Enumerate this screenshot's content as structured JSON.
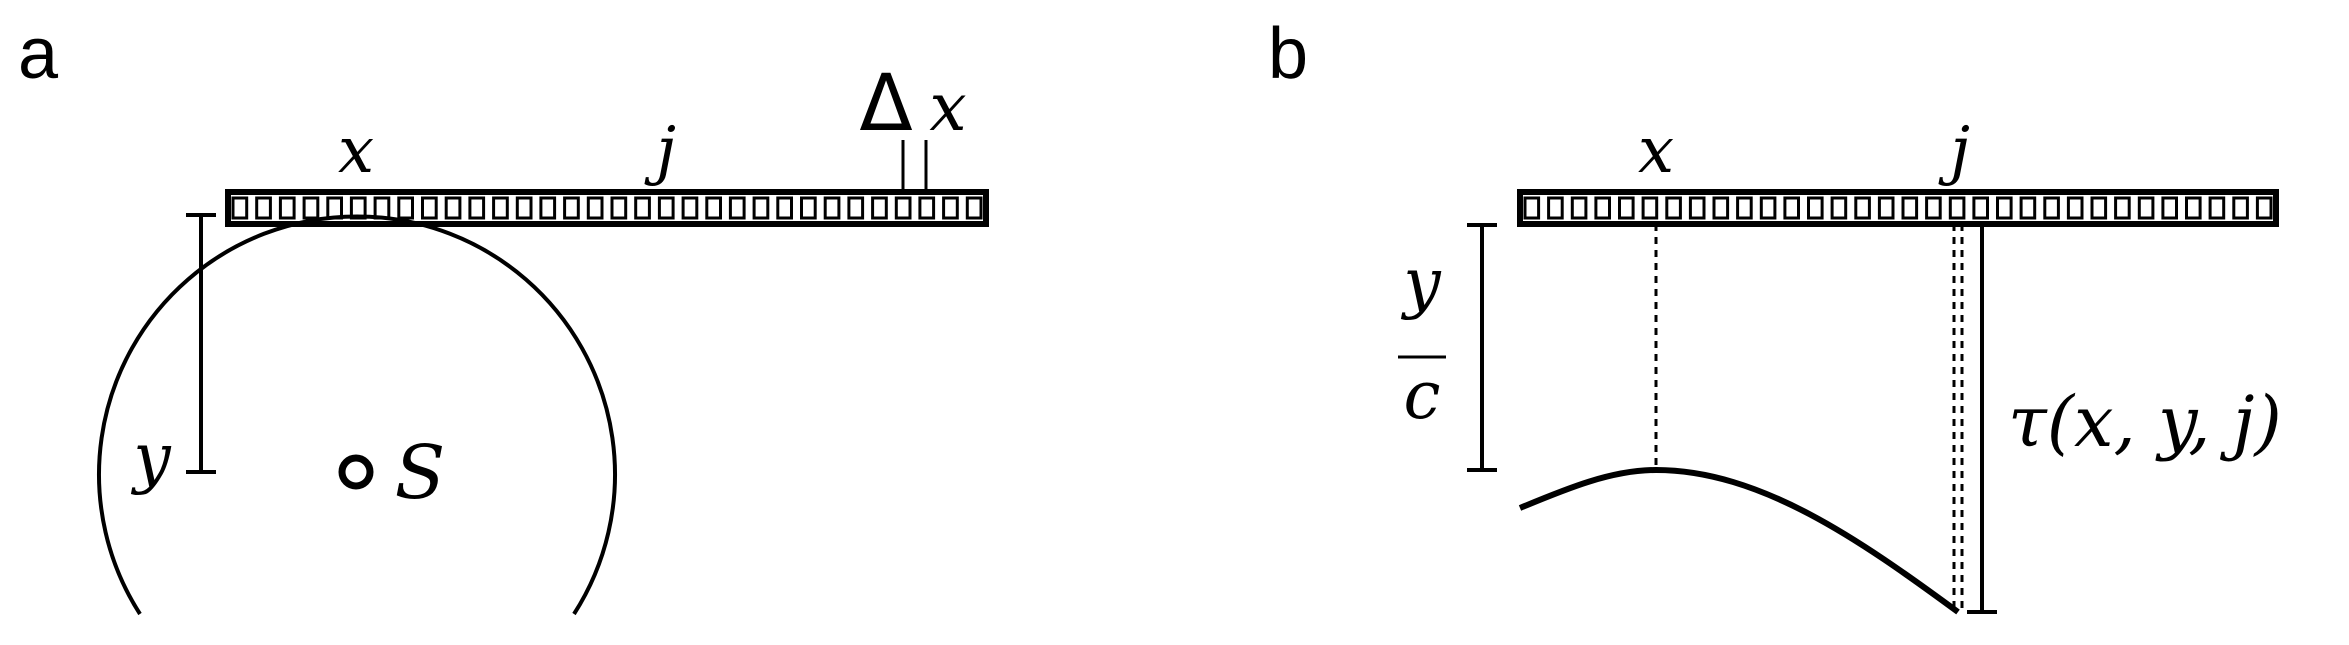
{
  "panel_a": {
    "label": "a",
    "x_label": "x",
    "j_label": "j",
    "delta_symbol": "Δ",
    "delta_var": "x",
    "y_label": "y",
    "source_label": "S"
  },
  "panel_b": {
    "label": "b",
    "x_label": "x",
    "j_label": "j",
    "frac_num": "y",
    "frac_den": "c",
    "tau_label": "τ(x, y, j)"
  }
}
